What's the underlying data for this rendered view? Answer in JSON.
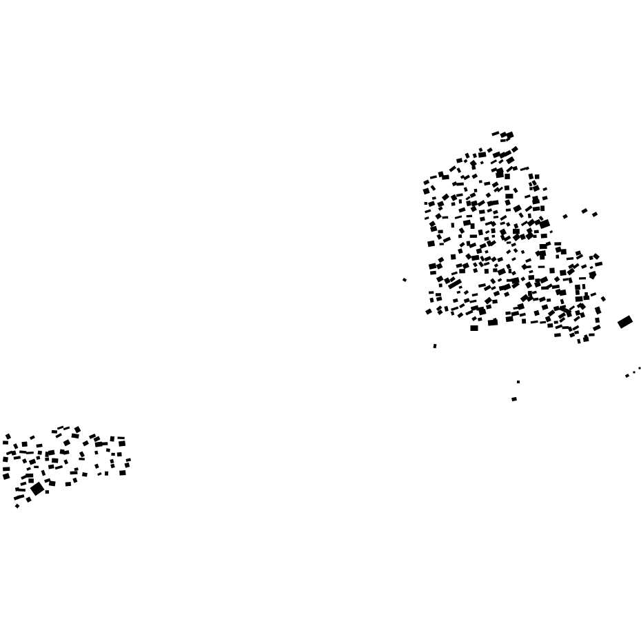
{
  "map": {
    "style": "figure-ground building footprints",
    "colors": {
      "background": "#ffffff",
      "building": "#000000"
    },
    "settlements": [
      {
        "name": "main-settlement"
      },
      {
        "name": "southwest-settlement"
      }
    ]
  }
}
